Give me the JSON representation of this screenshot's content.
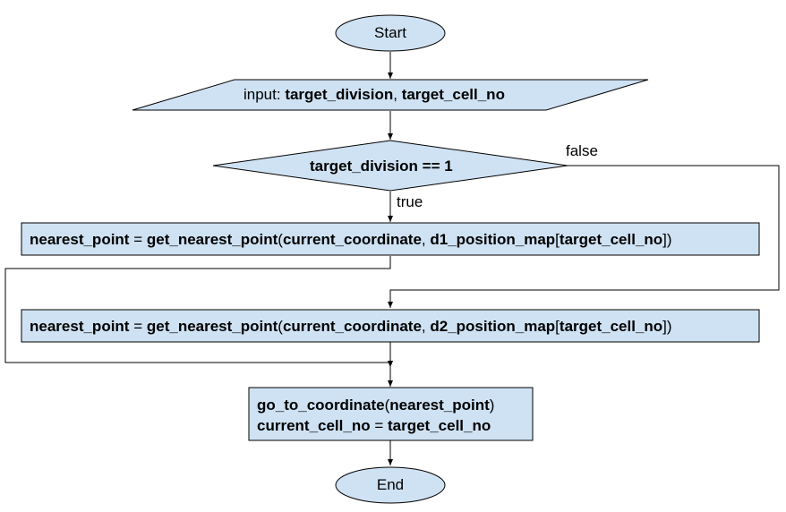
{
  "colors": {
    "fill": "#cfe2f3",
    "stroke": "#000000",
    "line": "#000000"
  },
  "start": {
    "label": "Start"
  },
  "input": {
    "prefix": "input: ",
    "var1": "target_division",
    "sep": ", ",
    "var2": "target_cell_no"
  },
  "decision": {
    "condition": "target_division == 1",
    "true_label": "true",
    "false_label": "false"
  },
  "box1": {
    "lhs": "nearest_point",
    "eq": " = ",
    "fn": "get_nearest_point",
    "open": "(",
    "arg1": "current_coordinate",
    "comma": ", ",
    "map": "d1_position_map",
    "lb": "[",
    "idx": "target_cell_no",
    "rb": "])"
  },
  "box2": {
    "lhs": "nearest_point",
    "eq": " = ",
    "fn": "get_nearest_point",
    "open": "(",
    "arg1": "current_coordinate",
    "comma": ", ",
    "map": "d2_position_map",
    "lb": "[",
    "idx": "target_cell_no",
    "rb": "])"
  },
  "box3": {
    "line1_fn": "go_to_coordinate",
    "line1_open": "(",
    "line1_arg": "nearest_point",
    "line1_close": ")",
    "line2_lhs": "current_cell_no",
    "line2_eq": " = ",
    "line2_rhs": "target_cell_no"
  },
  "end": {
    "label": "End"
  }
}
